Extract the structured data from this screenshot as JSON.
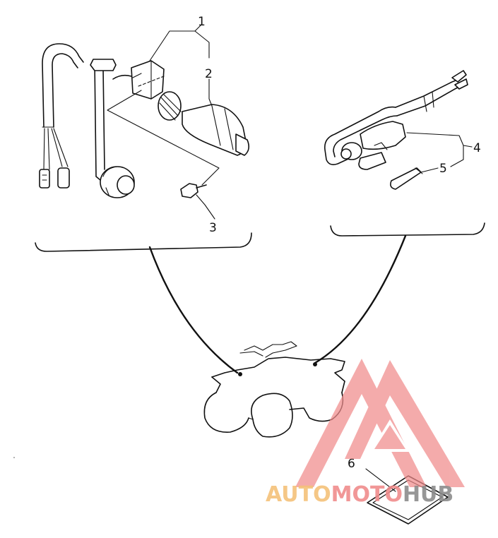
{
  "diagram": {
    "callouts": {
      "c1": "1",
      "c2": "2",
      "c3": "3",
      "c4": "4",
      "c5": "5",
      "c6": "6"
    }
  },
  "watermark": {
    "part1": "AUTO",
    "part2": "MOTO",
    "part3": "HUB",
    "colors": {
      "triangle": "#f08c8c",
      "auto": "#f5c27a",
      "moto": "#f08c8c",
      "hub": "#8c8c8c"
    }
  }
}
